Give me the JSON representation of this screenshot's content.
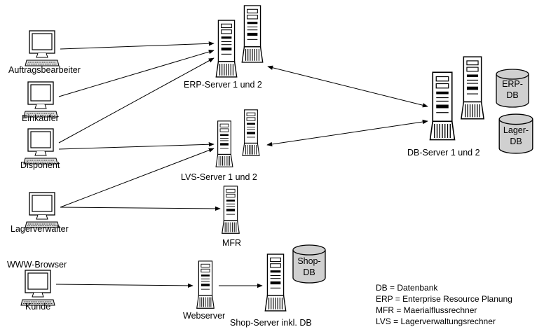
{
  "clients": {
    "auftragsbearbeiter": "Auftragsbearbeiter",
    "einkaeufer": "Einkäufer",
    "disponent": "Disponent",
    "lagerverwalter": "Lagerverwalter",
    "www_browser": "WWW-Browser",
    "kunde": "Kunde"
  },
  "servers": {
    "erp": "ERP-Server 1 und 2",
    "lvs": "LVS-Server 1 und 2",
    "mfr": "MFR",
    "db": "DB-Server 1 und 2",
    "web": "Webserver",
    "shop": "Shop-Server inkl. DB"
  },
  "databases": {
    "erp_db": [
      "ERP-",
      "DB"
    ],
    "lager_db": [
      "Lager-",
      "DB"
    ],
    "shop_db": [
      "Shop-",
      "DB"
    ]
  },
  "legend": [
    "DB = Datenbank",
    "ERP = Enterprise Resource Planung",
    "MFR = Maerialflussrechner",
    "LVS = Lagerverwaltungsrechner"
  ]
}
